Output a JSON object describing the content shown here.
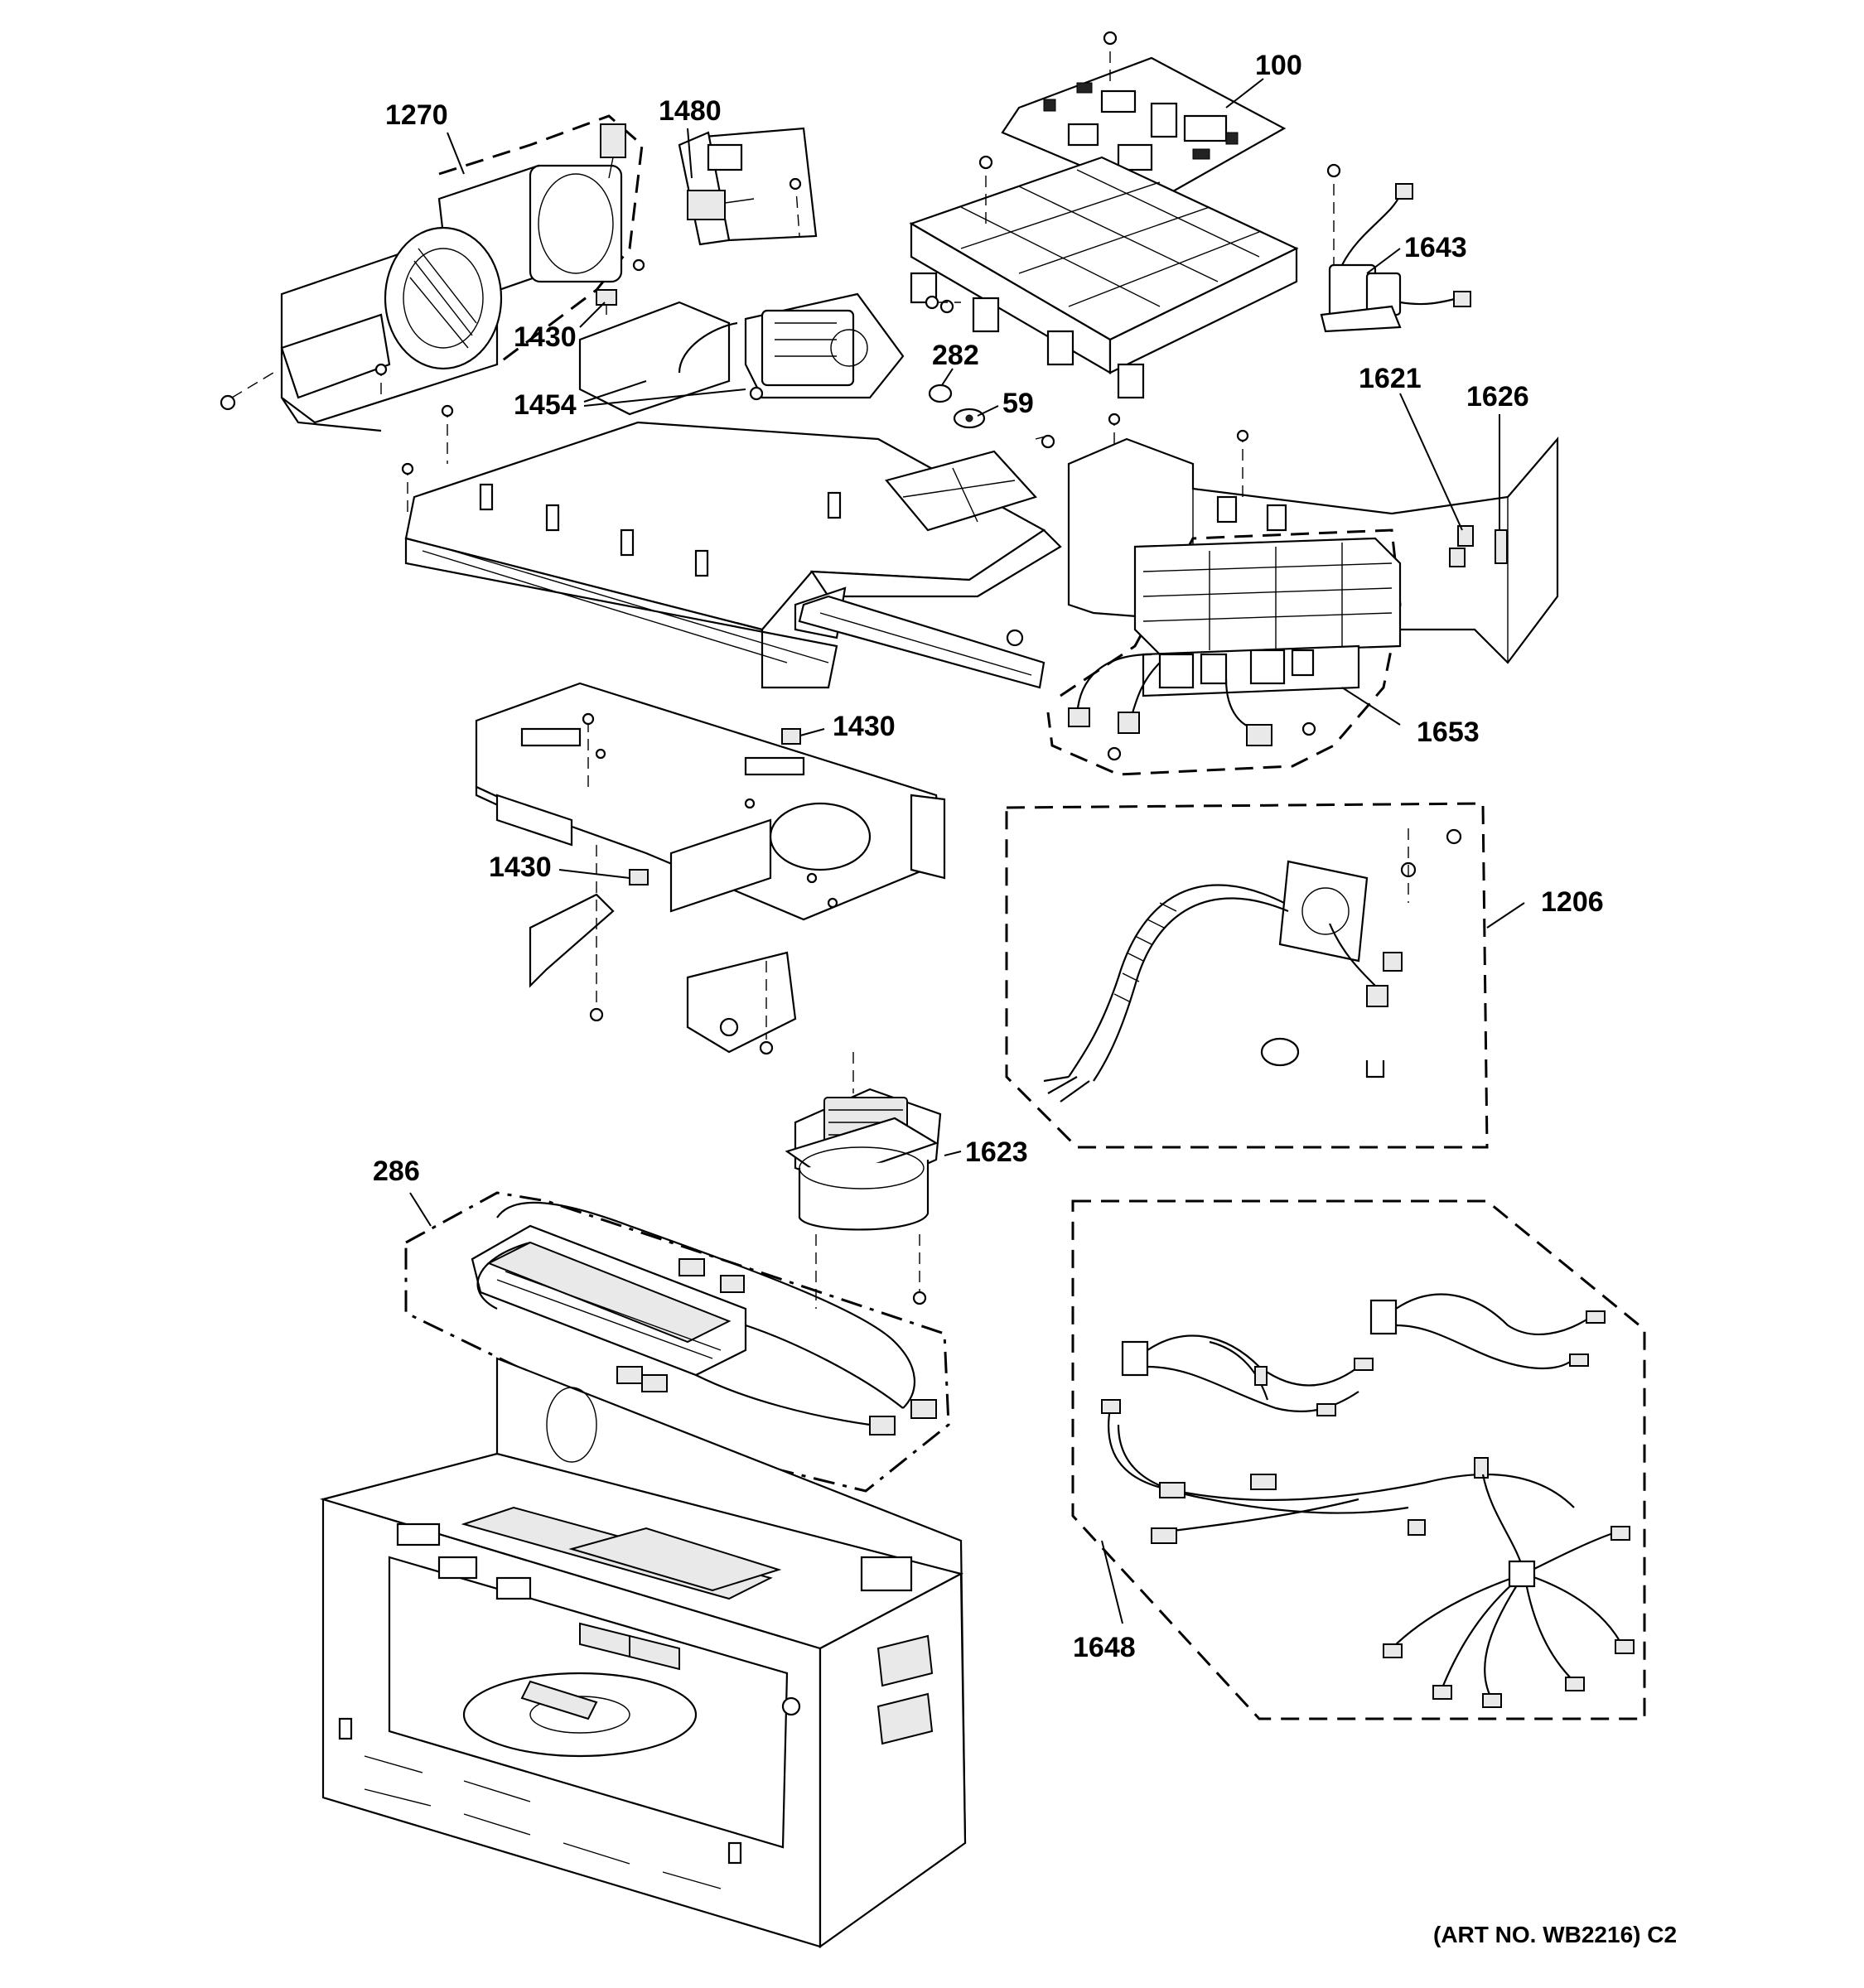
{
  "callouts": {
    "c100": "100",
    "c1270": "1270",
    "c1480": "1480",
    "c1643": "1643",
    "c1430a": "1430",
    "c282": "282",
    "c1454": "1454",
    "c59": "59",
    "c1621": "1621",
    "c1626": "1626",
    "c1653": "1653",
    "c1430b": "1430",
    "c1430c": "1430",
    "c1206": "1206",
    "c1623": "1623",
    "c286": "286",
    "c1648": "1648"
  },
  "art_number": "(ART NO. WB2216) C2"
}
